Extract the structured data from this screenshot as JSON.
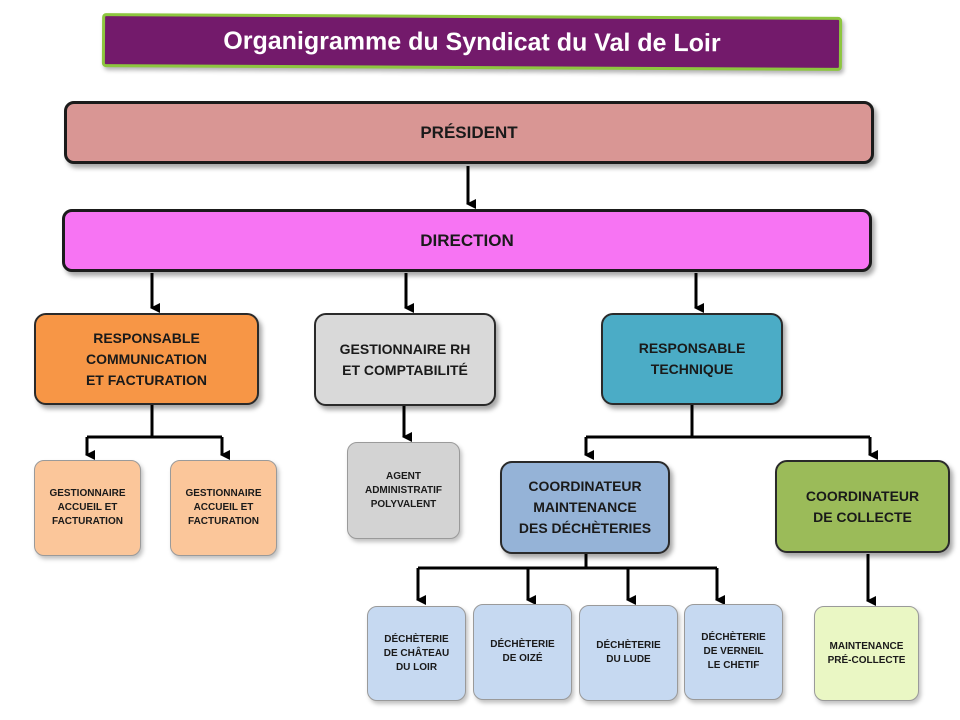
{
  "title": "Organigramme du Syndicat du Val de Loir",
  "nodes": {
    "president": "PRÉSIDENT",
    "direction": "DIRECTION",
    "resp_com": "RESPONSABLE\nCOMMUNICATION\nET FACTURATION",
    "gest_rh": "GESTIONNAIRE RH\nET COMPTABILITÉ",
    "resp_tech": "RESPONSABLE\nTECHNIQUE",
    "gest_accueil_1": "GESTIONNAIRE\nACCUEIL ET\nFACTURATION",
    "gest_accueil_2": "GESTIONNAIRE\nACCUEIL ET\nFACTURATION",
    "agent_admin": "AGENT\nADMINISTRATIF\nPOLYVALENT",
    "coord_decheteries": "COORDINATEUR\nMAINTENANCE\nDES DÉCHÈTERIES",
    "coord_collecte": "COORDINATEUR\nDE COLLECTE",
    "decheterie_chateau": "DÉCHÈTERIE\nDE CHÂTEAU\nDU LOIR",
    "decheterie_oize": "DÉCHÈTERIE\nDE OIZÉ",
    "decheterie_lude": "DÉCHÈTERIE\nDU LUDE",
    "decheterie_verneil": "DÉCHÈTERIE\nDE VERNEIL\nLE CHETIF",
    "maintenance": "MAINTENANCE\nPRÉ-COLLECTE"
  },
  "colors": {
    "title_bg": "#731a6b",
    "title_border": "#8dc63f",
    "president": "#d99694",
    "direction": "#f774f3",
    "resp_com": "#f79646",
    "gest_rh": "#d9d9d9",
    "resp_tech": "#4bacc6",
    "accueil": "#fbc69a",
    "agent": "#d3d3d3",
    "coord_decheteries": "#95b3d7",
    "coord_collecte": "#9bbb59",
    "decheterie": "#c6d9f1",
    "maintenance": "#eaf7c4"
  }
}
